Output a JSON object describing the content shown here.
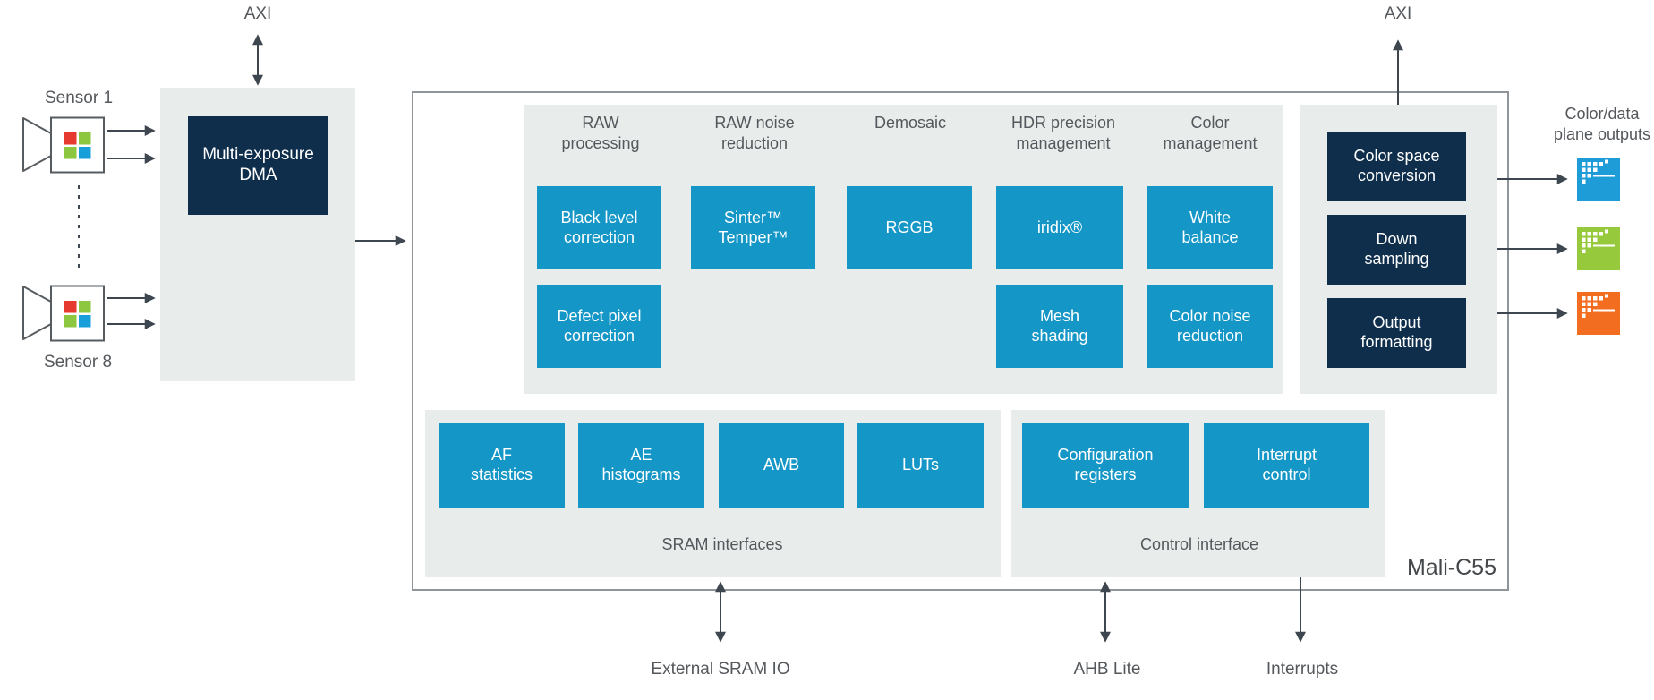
{
  "labels": {
    "axi_left": "AXI",
    "axi_right": "AXI",
    "sensor_1": "Sensor 1",
    "sensor_8": "Sensor 8",
    "color_data_outputs": "Color/data\nplane outputs",
    "external_sram": "External SRAM IO",
    "ahb_lite": "AHB Lite",
    "interrupts": "Interrupts",
    "chip": "Mali-C55"
  },
  "dma": {
    "label": "Multi-exposure\nDMA"
  },
  "pipeline": {
    "columns": [
      {
        "header": "RAW\nprocessing",
        "blocks": [
          "Black level\ncorrection",
          "Defect pixel\ncorrection"
        ]
      },
      {
        "header": "RAW noise\nreduction",
        "blocks": [
          "Sinter™\nTemper™"
        ]
      },
      {
        "header": "Demosaic",
        "blocks": [
          "RGGB"
        ]
      },
      {
        "header": "HDR precision\nmanagement",
        "blocks": [
          "iridix®",
          "Mesh\nshading"
        ]
      },
      {
        "header": "Color\nmanagement",
        "blocks": [
          "White\nbalance",
          "Color noise\nreduction"
        ]
      }
    ]
  },
  "output_stage": {
    "blocks": [
      "Color space\nconversion",
      "Down\nsampling",
      "Output\nformatting"
    ]
  },
  "sram_section": {
    "blocks": [
      "AF\nstatistics",
      "AE\nhistograms",
      "AWB",
      "LUTs"
    ],
    "label": "SRAM interfaces"
  },
  "control_section": {
    "blocks": [
      "Configuration\nregisters",
      "Interrupt\ncontrol"
    ],
    "label": "Control interface"
  },
  "colors": {
    "block_blue": "#1496C6",
    "block_navy": "#0F2E4C",
    "panel_gray": "#E8EDEC",
    "arrow": "#3E4750",
    "text_gray": "#54585C",
    "output_icon_blue": "#1E9CD7",
    "output_icon_green": "#97C93C",
    "output_icon_orange": "#F36D21",
    "sensor_red": "#E6392F",
    "sensor_green": "#8DC63F",
    "sensor_blue": "#189FDA"
  }
}
